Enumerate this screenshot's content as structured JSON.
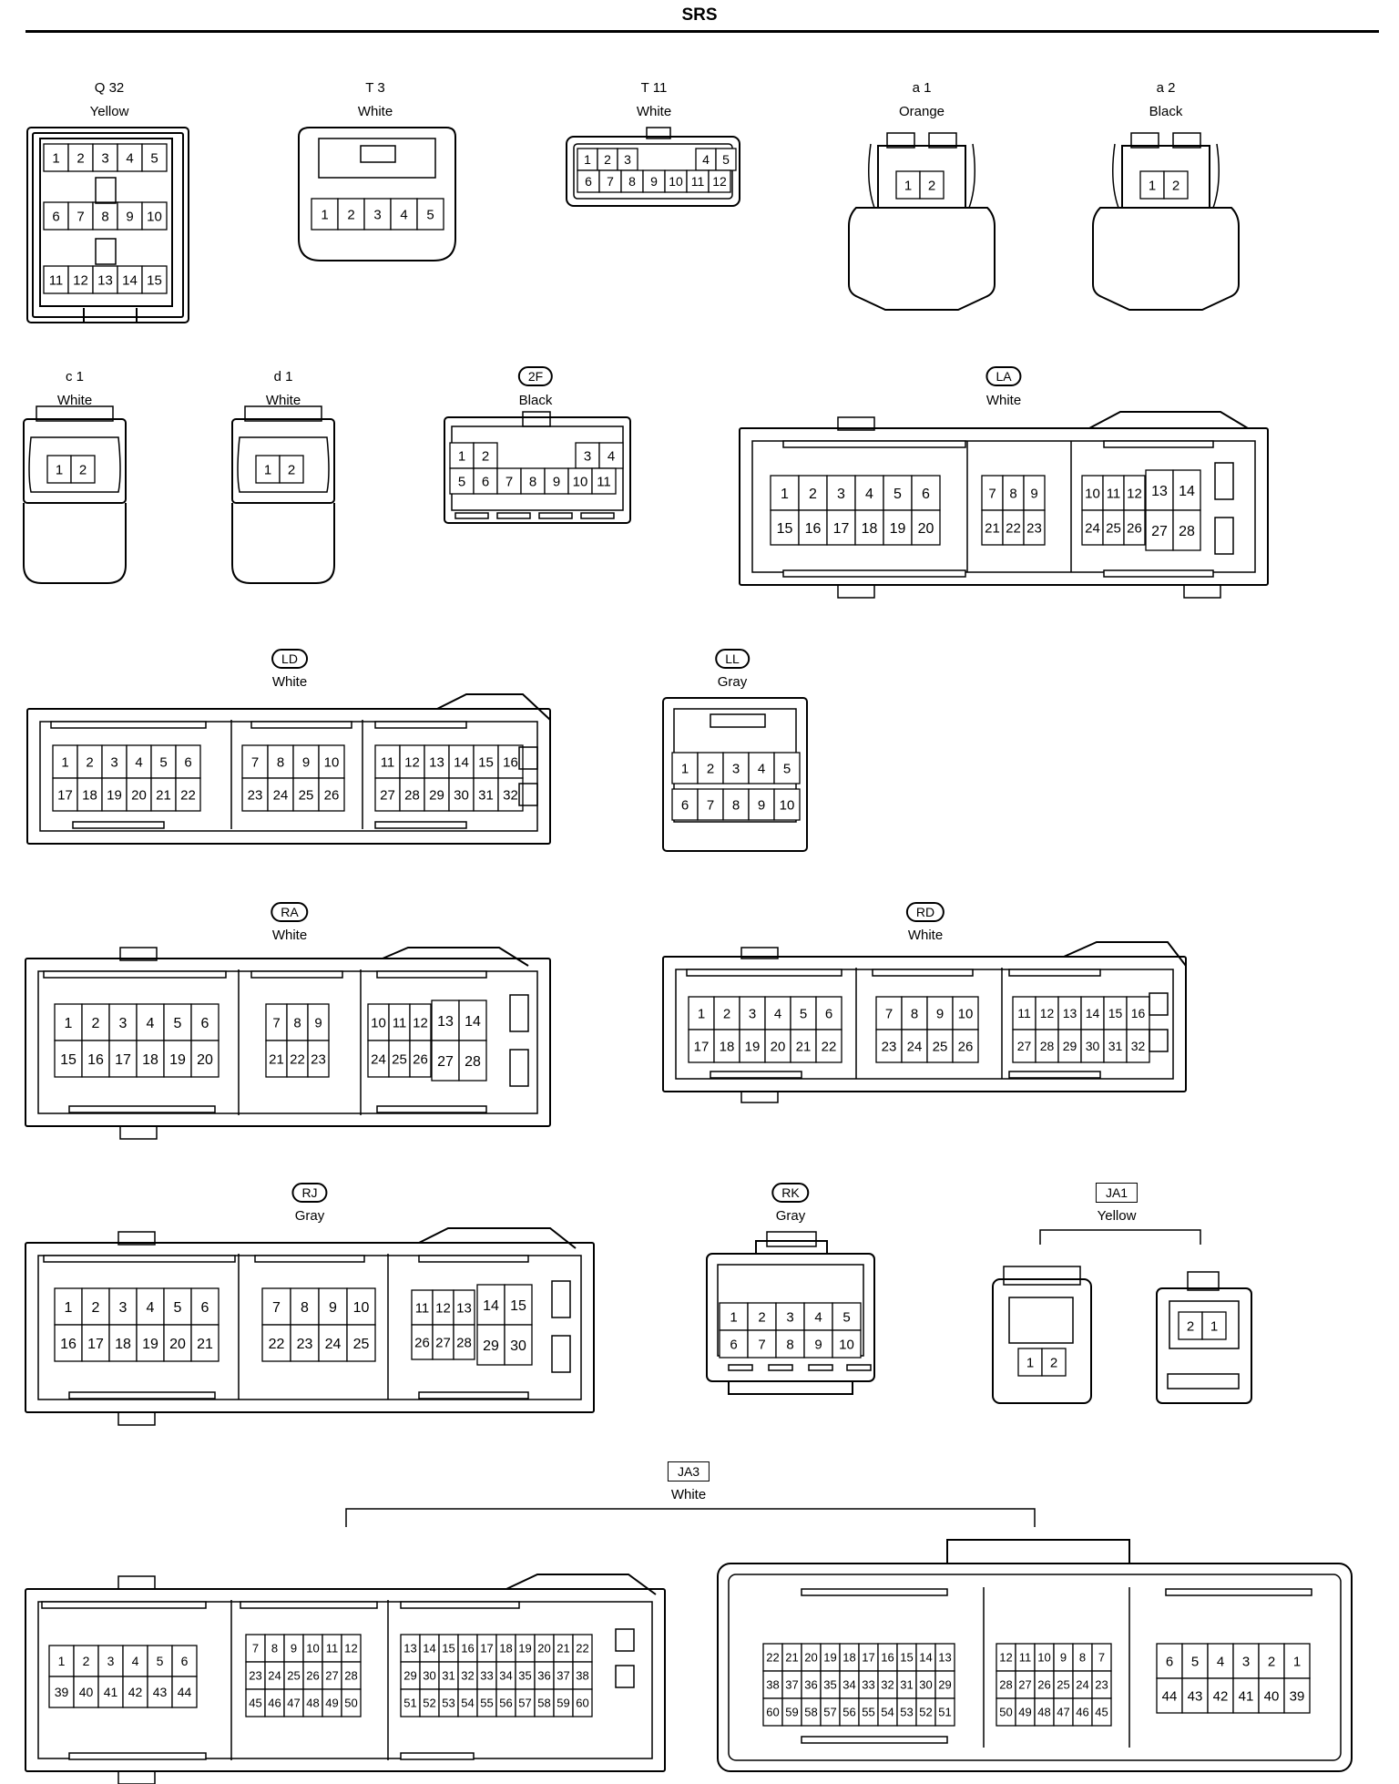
{
  "page": {
    "title": "SRS"
  },
  "connectors": [
    {
      "id": "q32",
      "code": "Q 32",
      "color": "Yellow",
      "style": "plain",
      "rows": [
        [
          "1",
          "2",
          "3",
          "4",
          "5"
        ],
        [
          "6",
          "7",
          "8",
          "9",
          "10"
        ],
        [
          "11",
          "12",
          "13",
          "14",
          "15"
        ]
      ]
    },
    {
      "id": "t3",
      "code": "T 3",
      "color": "White",
      "style": "plain",
      "rows": [
        [
          "1",
          "2",
          "3",
          "4",
          "5"
        ]
      ]
    },
    {
      "id": "t11",
      "code": "T 11",
      "color": "White",
      "style": "plain",
      "rows": [
        [
          "1",
          "2",
          "3",
          "4",
          "5"
        ],
        [
          "6",
          "7",
          "8",
          "9",
          "10",
          "11",
          "12"
        ]
      ]
    },
    {
      "id": "a1",
      "code": "a 1",
      "color": "Orange",
      "style": "plain",
      "rows": [
        [
          "1",
          "2"
        ]
      ]
    },
    {
      "id": "a2",
      "code": "a 2",
      "color": "Black",
      "style": "plain",
      "rows": [
        [
          "1",
          "2"
        ]
      ]
    },
    {
      "id": "c1",
      "code": "c 1",
      "color": "White",
      "style": "plain",
      "rows": [
        [
          "1",
          "2"
        ]
      ]
    },
    {
      "id": "d1",
      "code": "d 1",
      "color": "White",
      "style": "plain",
      "rows": [
        [
          "1",
          "2"
        ]
      ]
    },
    {
      "id": "2f",
      "code": "2F",
      "color": "Black",
      "style": "pill",
      "rows": [
        [
          "1",
          "2",
          "3",
          "4"
        ],
        [
          "5",
          "6",
          "7",
          "8",
          "9",
          "10",
          "11"
        ]
      ]
    },
    {
      "id": "la",
      "code": "LA",
      "color": "White",
      "style": "pill",
      "rows": [
        [
          "1",
          "2",
          "3",
          "4",
          "5",
          "6",
          "7",
          "8",
          "9",
          "10",
          "11",
          "12",
          "13",
          "14"
        ],
        [
          "15",
          "16",
          "17",
          "18",
          "19",
          "20",
          "21",
          "22",
          "23",
          "24",
          "25",
          "26",
          "27",
          "28"
        ]
      ]
    },
    {
      "id": "ld",
      "code": "LD",
      "color": "White",
      "style": "pill",
      "rows": [
        [
          "1",
          "2",
          "3",
          "4",
          "5",
          "6",
          "7",
          "8",
          "9",
          "10",
          "11",
          "12",
          "13",
          "14",
          "15",
          "16"
        ],
        [
          "17",
          "18",
          "19",
          "20",
          "21",
          "22",
          "23",
          "24",
          "25",
          "26",
          "27",
          "28",
          "29",
          "30",
          "31",
          "32"
        ]
      ]
    },
    {
      "id": "ll",
      "code": "LL",
      "color": "Gray",
      "style": "pill",
      "rows": [
        [
          "1",
          "2",
          "3",
          "4",
          "5"
        ],
        [
          "6",
          "7",
          "8",
          "9",
          "10"
        ]
      ]
    },
    {
      "id": "ra",
      "code": "RA",
      "color": "White",
      "style": "pill",
      "rows": [
        [
          "1",
          "2",
          "3",
          "4",
          "5",
          "6",
          "7",
          "8",
          "9",
          "10",
          "11",
          "12",
          "13",
          "14"
        ],
        [
          "15",
          "16",
          "17",
          "18",
          "19",
          "20",
          "21",
          "22",
          "23",
          "24",
          "25",
          "26",
          "27",
          "28"
        ]
      ]
    },
    {
      "id": "rd",
      "code": "RD",
      "color": "White",
      "style": "pill",
      "rows": [
        [
          "1",
          "2",
          "3",
          "4",
          "5",
          "6",
          "7",
          "8",
          "9",
          "10",
          "11",
          "12",
          "13",
          "14",
          "15",
          "16"
        ],
        [
          "17",
          "18",
          "19",
          "20",
          "21",
          "22",
          "23",
          "24",
          "25",
          "26",
          "27",
          "28",
          "29",
          "30",
          "31",
          "32"
        ]
      ]
    },
    {
      "id": "rj",
      "code": "RJ",
      "color": "Gray",
      "style": "pill",
      "rows": [
        [
          "1",
          "2",
          "3",
          "4",
          "5",
          "6",
          "7",
          "8",
          "9",
          "10",
          "11",
          "12",
          "13",
          "14",
          "15"
        ],
        [
          "16",
          "17",
          "18",
          "19",
          "20",
          "21",
          "22",
          "23",
          "24",
          "25",
          "26",
          "27",
          "28",
          "29",
          "30"
        ]
      ]
    },
    {
      "id": "rk",
      "code": "RK",
      "color": "Gray",
      "style": "pill",
      "rows": [
        [
          "1",
          "2",
          "3",
          "4",
          "5"
        ],
        [
          "6",
          "7",
          "8",
          "9",
          "10"
        ]
      ]
    },
    {
      "id": "ja1",
      "code": "JA1",
      "color": "Yellow",
      "style": "box",
      "rows": [
        [
          "1",
          "2"
        ],
        [
          "2",
          "1"
        ]
      ]
    },
    {
      "id": "ja3",
      "code": "JA3",
      "color": "White",
      "style": "box",
      "rows": [
        [
          "1",
          "2",
          "3",
          "4",
          "5",
          "6",
          "7",
          "8",
          "9",
          "10",
          "11",
          "12",
          "13",
          "14",
          "15",
          "16",
          "17",
          "18",
          "19",
          "20",
          "21",
          "22"
        ],
        [
          "39",
          "40",
          "41",
          "42",
          "43",
          "44",
          "23",
          "24",
          "25",
          "26",
          "27",
          "28",
          "29",
          "30",
          "31",
          "32",
          "33",
          "34",
          "35",
          "36",
          "37",
          "38"
        ],
        [
          "45",
          "46",
          "47",
          "48",
          "49",
          "50",
          "51",
          "52",
          "53",
          "54",
          "55",
          "56",
          "57",
          "58",
          "59",
          "60"
        ]
      ]
    }
  ]
}
